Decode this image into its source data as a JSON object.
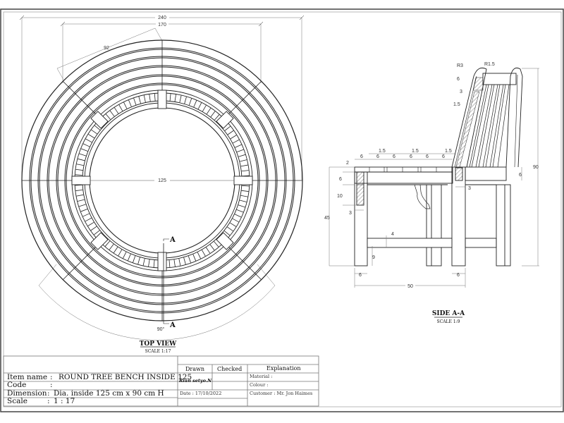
{
  "top_view": {
    "title": "TOP VIEW",
    "scale": "SCALE  1:17",
    "dims": {
      "overall_width": "240",
      "inner_span": "170",
      "arc_length": "92",
      "inner_diameter": "125",
      "angle": "90°"
    },
    "section_marker_top": "A",
    "section_marker_bottom": "A"
  },
  "side_view": {
    "title": "SIDE A-A",
    "scale": "SCALE  1:9",
    "dims": {
      "radius_outer": "R3",
      "radius_inner": "R1.5",
      "back_top_block": "6",
      "back_gap": "3",
      "back_slat": "1.5",
      "seat_slat_widths": [
        "6",
        "6",
        "6",
        "6",
        "6",
        "6"
      ],
      "seat_gaps": [
        "1.5",
        "1.5",
        "1.5"
      ],
      "seat_thickness": "2",
      "apron_height": "6",
      "apron_lower": "10",
      "leg_inset": "3",
      "seat_height": "45",
      "total_height": "90",
      "back_rail": "6",
      "back_rail_gap": "3",
      "stretcher": "4",
      "stretcher_height": "9",
      "front_leg_width": "6",
      "back_leg_width": "6",
      "depth": "50"
    }
  },
  "title_block": {
    "item_name_label": "Item name",
    "item_name_value": "ROUND TREE BENCH INSIDE 125",
    "code_label": "Code",
    "code_value": "",
    "dimension_label": "Dimension",
    "dimension_value": "Dia. inside 125 cm x 90 cm H",
    "scale_label": "Scale",
    "scale_value": "1 : 17",
    "sep": ":",
    "drawn_header": "Drawn",
    "checked_header": "Checked",
    "explanation_header": "Explanation",
    "drawn_by": "Rian setyo.N",
    "date": "Date : 17/10/2022",
    "material": "Material :",
    "colour": "Colour   :",
    "customer": "Customer : Mr. Jon Haimes"
  }
}
